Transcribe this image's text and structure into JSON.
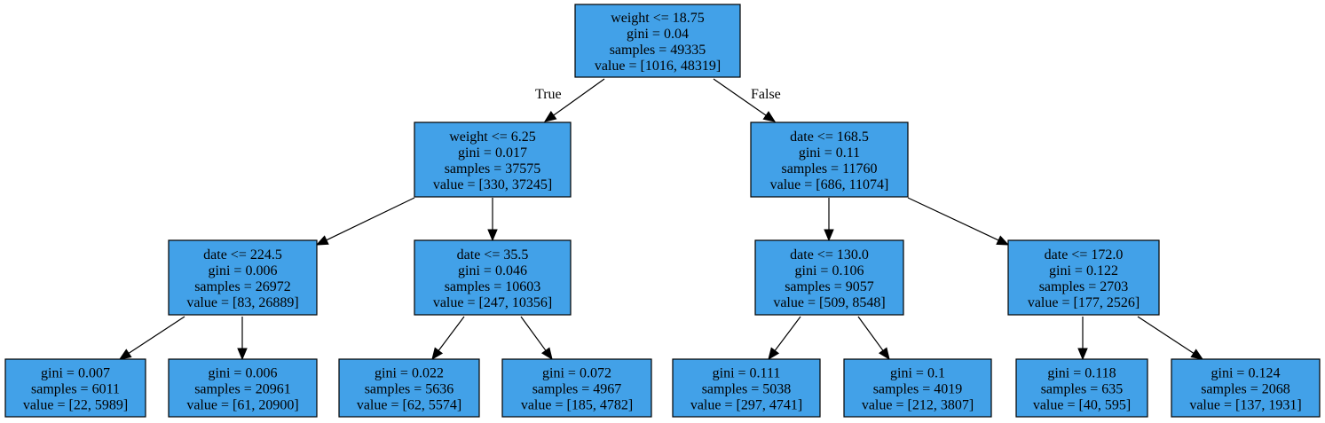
{
  "colors": {
    "node_fill": "#42a1e8",
    "stroke": "#000000",
    "text": "#000000",
    "background": "#ffffff"
  },
  "tree": {
    "nodes": [
      {
        "id": "n0",
        "lines": [
          "weight <= 18.75",
          "gini = 0.04",
          "samples = 49335",
          "value = [1016, 48319]"
        ]
      },
      {
        "id": "n1",
        "lines": [
          "weight <= 6.25",
          "gini = 0.017",
          "samples = 37575",
          "value = [330, 37245]"
        ]
      },
      {
        "id": "n2",
        "lines": [
          "date <= 168.5",
          "gini = 0.11",
          "samples = 11760",
          "value = [686, 11074]"
        ]
      },
      {
        "id": "n3",
        "lines": [
          "date <= 224.5",
          "gini = 0.006",
          "samples = 26972",
          "value = [83, 26889]"
        ]
      },
      {
        "id": "n4",
        "lines": [
          "date <= 35.5",
          "gini = 0.046",
          "samples = 10603",
          "value = [247, 10356]"
        ]
      },
      {
        "id": "n5",
        "lines": [
          "date <= 130.0",
          "gini = 0.106",
          "samples = 9057",
          "value = [509, 8548]"
        ]
      },
      {
        "id": "n6",
        "lines": [
          "date <= 172.0",
          "gini = 0.122",
          "samples = 2703",
          "value = [177, 2526]"
        ]
      },
      {
        "id": "n7",
        "lines": [
          "gini = 0.007",
          "samples = 6011",
          "value = [22, 5989]"
        ]
      },
      {
        "id": "n8",
        "lines": [
          "gini = 0.006",
          "samples = 20961",
          "value = [61, 20900]"
        ]
      },
      {
        "id": "n9",
        "lines": [
          "gini = 0.022",
          "samples = 5636",
          "value = [62, 5574]"
        ]
      },
      {
        "id": "n10",
        "lines": [
          "gini = 0.072",
          "samples = 4967",
          "value = [185, 4782]"
        ]
      },
      {
        "id": "n11",
        "lines": [
          "gini = 0.111",
          "samples = 5038",
          "value = [297, 4741]"
        ]
      },
      {
        "id": "n12",
        "lines": [
          "gini = 0.1",
          "samples = 4019",
          "value = [212, 3807]"
        ]
      },
      {
        "id": "n13",
        "lines": [
          "gini = 0.118",
          "samples = 635",
          "value = [40, 595]"
        ]
      },
      {
        "id": "n14",
        "lines": [
          "gini = 0.124",
          "samples = 2068",
          "value = [137, 1931]"
        ]
      }
    ],
    "edges": [
      {
        "from": "n0",
        "to": "n1",
        "label": "True"
      },
      {
        "from": "n0",
        "to": "n2",
        "label": "False"
      },
      {
        "from": "n1",
        "to": "n3",
        "label": ""
      },
      {
        "from": "n1",
        "to": "n4",
        "label": ""
      },
      {
        "from": "n2",
        "to": "n5",
        "label": ""
      },
      {
        "from": "n2",
        "to": "n6",
        "label": ""
      },
      {
        "from": "n3",
        "to": "n7",
        "label": ""
      },
      {
        "from": "n3",
        "to": "n8",
        "label": ""
      },
      {
        "from": "n4",
        "to": "n9",
        "label": ""
      },
      {
        "from": "n4",
        "to": "n10",
        "label": ""
      },
      {
        "from": "n5",
        "to": "n11",
        "label": ""
      },
      {
        "from": "n5",
        "to": "n12",
        "label": ""
      },
      {
        "from": "n6",
        "to": "n13",
        "label": ""
      },
      {
        "from": "n6",
        "to": "n14",
        "label": ""
      }
    ]
  }
}
